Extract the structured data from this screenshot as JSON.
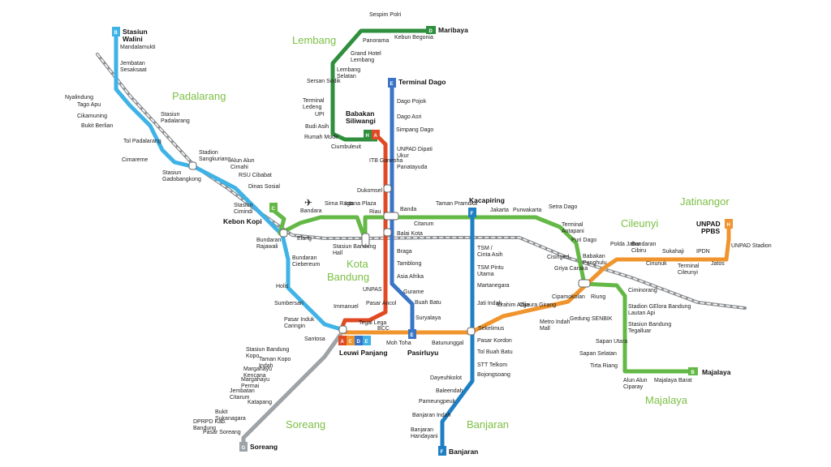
{
  "colors": {
    "A": "#e04a24",
    "B": "#3fb2e6",
    "C": "#63b846",
    "D": "#2f8f3e",
    "E": "#3a74c6",
    "F": "#1f7fc5",
    "H": "#f0942d",
    "G": "#9ea3a8",
    "rail": "#8a8d90",
    "region": "#7cbf45"
  },
  "regions": [
    "Lembang",
    "Padalarang",
    "Kota Bandung",
    "Jatinangor",
    "Cileunyi",
    "Soreang",
    "Banjaran",
    "Majalaya"
  ],
  "terminals": {
    "walini": "Stasiun Walini",
    "maribaya": "Maribaya",
    "dago": "Terminal Dago",
    "babakan": "Babakan Siliwangi",
    "kebonkopi": "Kebon Kopi",
    "kacapiring": "Kacapiring",
    "unpad": "UNPAD PPBS",
    "leuwi": "Leuwi Panjang",
    "pasirluyu": "Pasirluyu",
    "majalaya": "Majalaya",
    "soreang": "Soreang",
    "banjaran": "Banjaran"
  },
  "stations": {
    "padalarang": [
      "Mandalamukti",
      "Jembatan Sesaksaat",
      "Nyalindung",
      "Tago Apu",
      "Cikamuning",
      "Bukit Berlian",
      "Tol Padalarang",
      "Cimareme",
      "Stasiun Padalarang",
      "Stadion Sangkuriang",
      "Stasiun Gadobangkong",
      "Alun Alun Cimahi",
      "RSU Cibabat",
      "Dinas Sosial",
      "Stasiun Cimindi",
      "Bundaran Rajawali",
      "Bundaran Ciebereum",
      "Holis",
      "Sumbersari",
      "Pasar Induk Caringin",
      "Santosa"
    ],
    "lembang": [
      "Sespim Polri",
      "Panorama",
      "Kebun Begonia",
      "Grand Hotel Lembang",
      "Lembang Selatan",
      "Sersan Sodik",
      "Terminal Ledeng",
      "UPI",
      "Budi Asih",
      "Rumah Mode",
      "Ciumbuleuit"
    ],
    "dago": [
      "Dago Pojok",
      "Dago Asri",
      "Simpang Dago",
      "UNPAD Dipati Ukur",
      "ITB Ganesha",
      "Panatayuda",
      "Dukomsel"
    ],
    "central": [
      "Bandara",
      "Sirna Raga",
      "Istana Plaza",
      "Riau",
      "Banda",
      "Taman Pramuka",
      "Citarum",
      "Elang",
      "Stasiun Bandung Hall",
      "Balai Kota",
      "Braga",
      "Tamblong",
      "Asia Afrika",
      "UNPAS",
      "Gurame",
      "Buah Batu",
      "Suryalaya",
      "Immanuel",
      "Pasar Ancol",
      "Tegal Lega",
      "BCC",
      "Moh Toha",
      "Batununggal"
    ],
    "east": [
      "Jakarta",
      "Purwakarta",
      "Setra Dago",
      "Terminal Antapani",
      "Puri Dago",
      "Cisinged",
      "Griya Caraka",
      "Babakan Penghulu",
      "Polda Jabar",
      "Bundaran Cibiru",
      "Sukahaji",
      "IPDN",
      "Cinunuk",
      "Terminal Cileunyi",
      "Jatos",
      "UNPAD Stadion",
      "Riung",
      "Ciminorang",
      "Stadion GElora Bandung Lautan Api",
      "Stasiun Bandung Tegalluar",
      "Sapan Utara",
      "Sapan Selatan",
      "Tirta Riang",
      "Alun Alun Ciparay",
      "Majalaya Barat",
      "Cipamokolan",
      "Gedung SENBIK",
      "Metro Indah Mall",
      "Ibrahim Adjie",
      "Cijaura Girang",
      "Sekelimus"
    ],
    "banjaran": [
      "TSM / Cinta Asih",
      "TSM Pintu Utama",
      "Martanegara",
      "Jati Indah",
      "Pasar Kordon",
      "Tol Buah Batu",
      "STT Telkom",
      "Bojongsoang",
      "Dayeuhkolot",
      "Baleendah",
      "Pameungpeuk",
      "Banjaran Indah",
      "Banjaran Handayani"
    ],
    "soreang": [
      "Stasiun Bandung Kopo",
      "Taman Kopo Indah",
      "Margahayu Kencana",
      "Margahayu Permai",
      "Jembatan Citarum",
      "Katapang",
      "Bukit Sukanagara",
      "DPRPD Kab. Bandung",
      "Pasar Soreang"
    ]
  }
}
